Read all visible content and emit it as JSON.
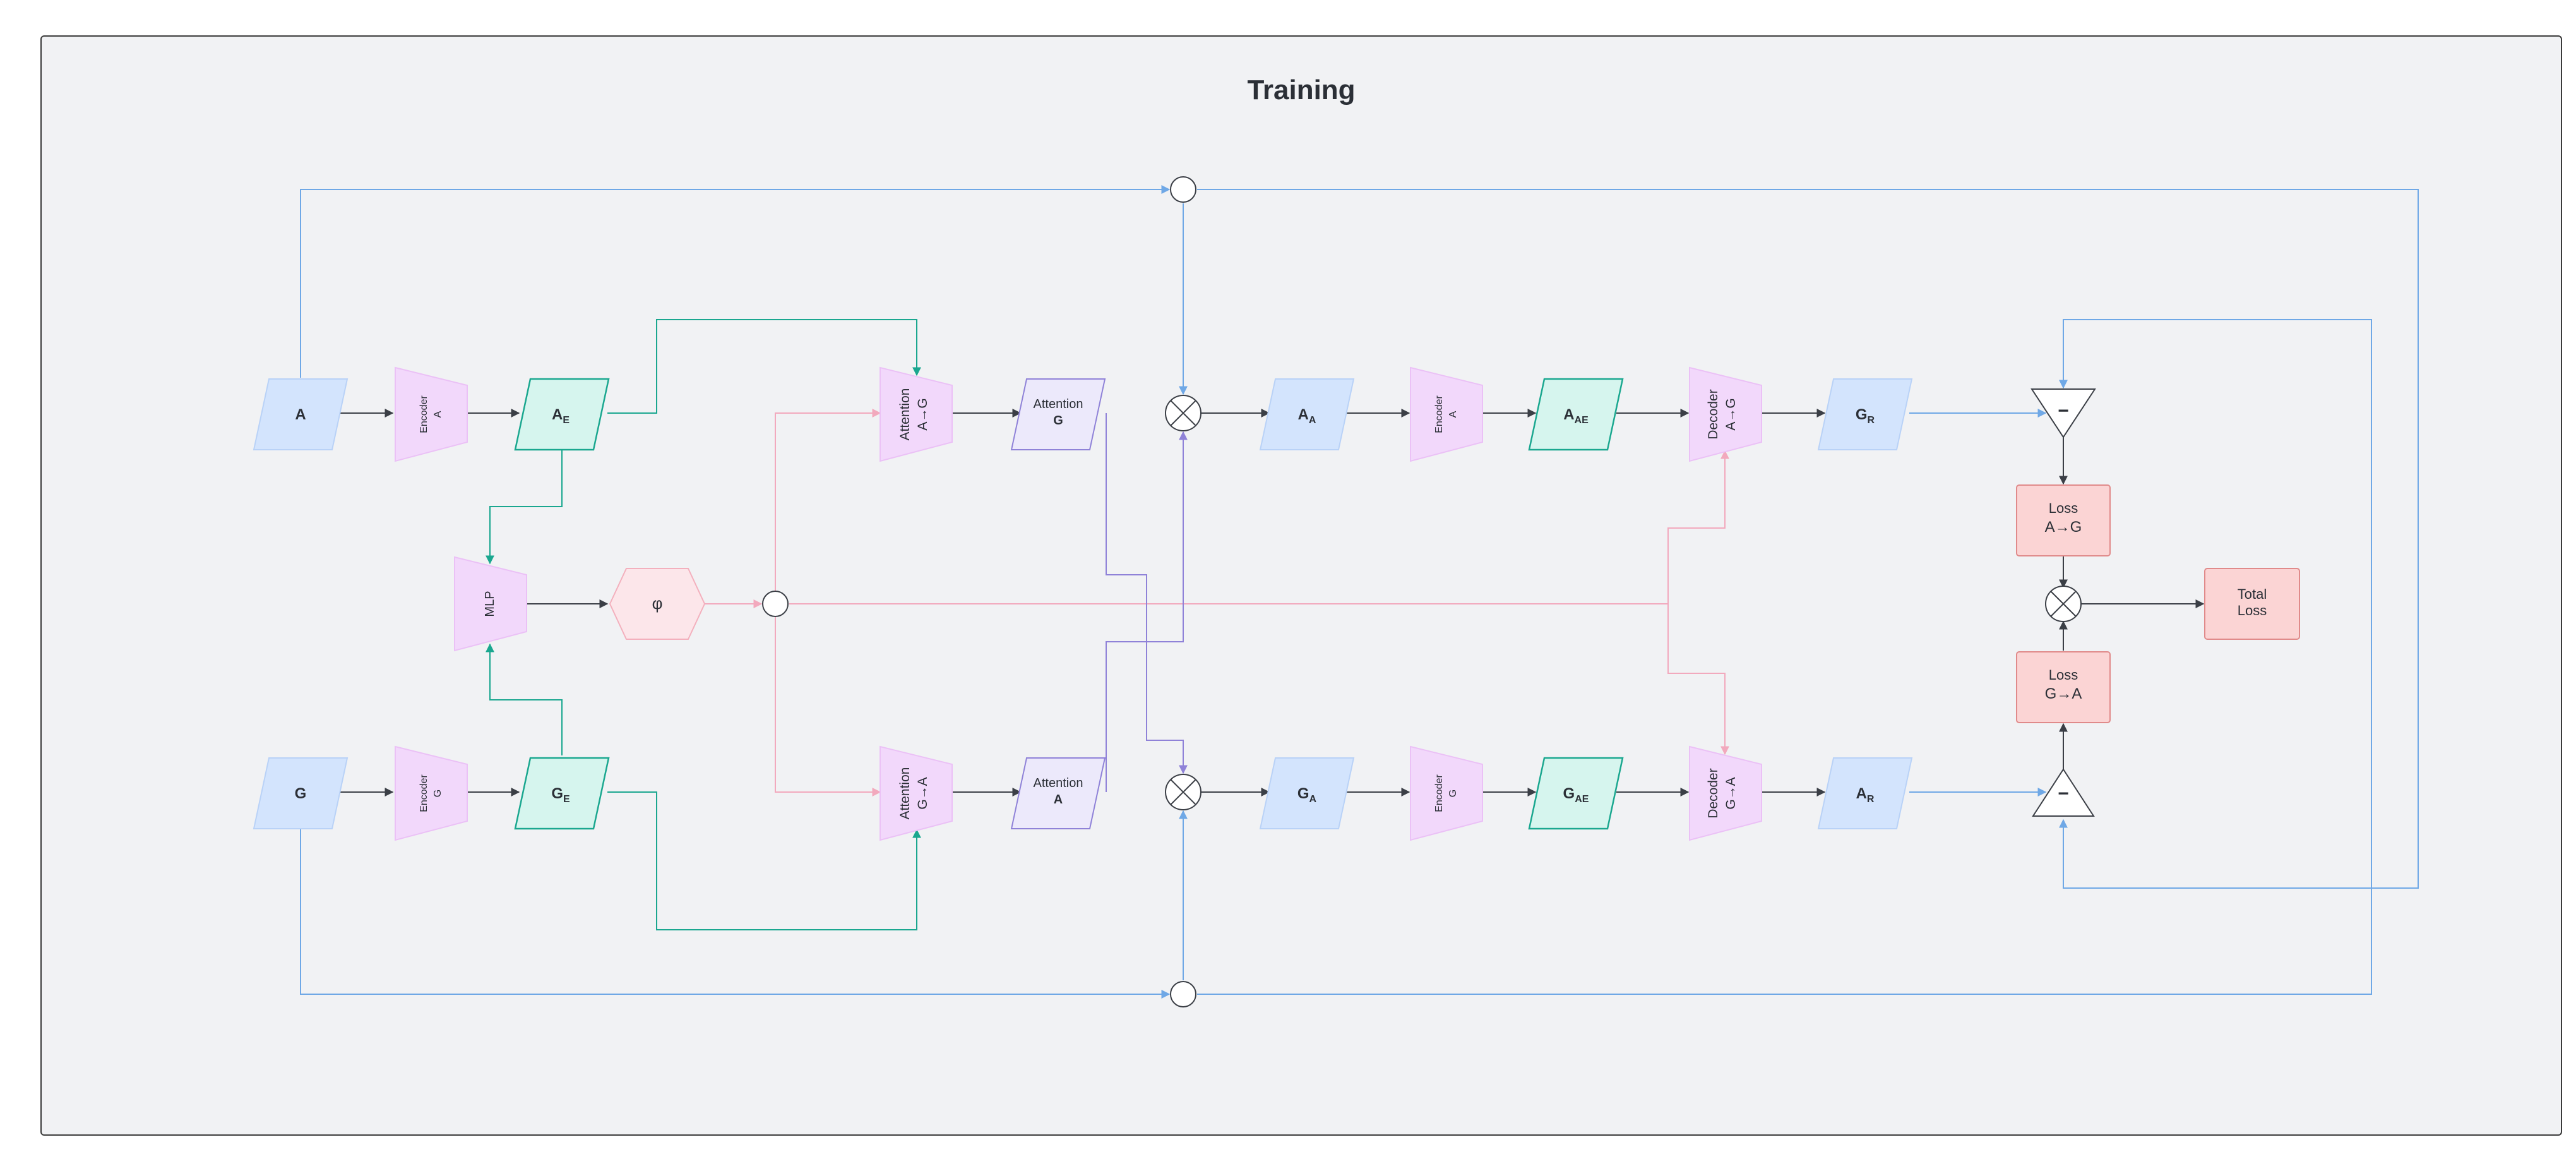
{
  "title": "Training",
  "colors": {
    "blue_fill": "#d3e4fd",
    "blue_stroke": "#7fa7e8",
    "teal_fill": "#d6f5ee",
    "teal_stroke": "#1aa78f",
    "pink_fill": "#f2d8fb",
    "pink_stroke": "#e2a6f0",
    "lavender_fill": "#ece9fb",
    "lavender_stroke": "#8f82d8",
    "red_fill": "#fbd4d4",
    "red_stroke": "#e08a8a",
    "hex_fill": "#fce6ea",
    "hex_stroke": "#f3b0bd",
    "arrow_dark": "#3b3f46",
    "arrow_blue": "#6fa8e6",
    "arrow_teal": "#1aa78f",
    "arrow_pink": "#f2a9bd",
    "arrow_purple": "#8f82d8"
  },
  "nodes": {
    "a": {
      "main": "A",
      "sub": ""
    },
    "g": {
      "main": "G",
      "sub": ""
    },
    "enc_a_top": {
      "line1": "Encoder",
      "line2": "A"
    },
    "enc_g_bot": {
      "line1": "Encoder",
      "line2": "G"
    },
    "ae": {
      "main": "A",
      "sub": "E"
    },
    "ge": {
      "main": "G",
      "sub": "E"
    },
    "mlp": {
      "line1": "MLP"
    },
    "phi": {
      "main": "φ"
    },
    "att_ag": {
      "line1": "Attention",
      "line2": "A→G"
    },
    "att_ga": {
      "line1": "Attention",
      "line2": "G→A"
    },
    "attention_g": {
      "line1": "Attention",
      "line2": "G"
    },
    "attention_a": {
      "line1": "Attention",
      "line2": "A"
    },
    "aa": {
      "main": "A",
      "sub": "A"
    },
    "ga": {
      "main": "G",
      "sub": "A"
    },
    "enc_a_right": {
      "line1": "Encoder",
      "line2": "A"
    },
    "enc_g_right": {
      "line1": "Encoder",
      "line2": "G"
    },
    "aae": {
      "main": "A",
      "sub": "AE"
    },
    "gae": {
      "main": "G",
      "sub": "AE"
    },
    "dec_ag": {
      "line1": "Decoder",
      "line2": "A→G"
    },
    "dec_ga": {
      "line1": "Decoder",
      "line2": "G→A"
    },
    "gr": {
      "main": "G",
      "sub": "R"
    },
    "ar": {
      "main": "A",
      "sub": "R"
    },
    "minus_top": {
      "main": "−"
    },
    "minus_bot": {
      "main": "−"
    },
    "loss_ag": {
      "line1": "Loss",
      "line2": "A→G"
    },
    "loss_ga": {
      "line1": "Loss",
      "line2": "G→A"
    },
    "total_loss": {
      "line1": "Total",
      "line2": "Loss"
    }
  }
}
